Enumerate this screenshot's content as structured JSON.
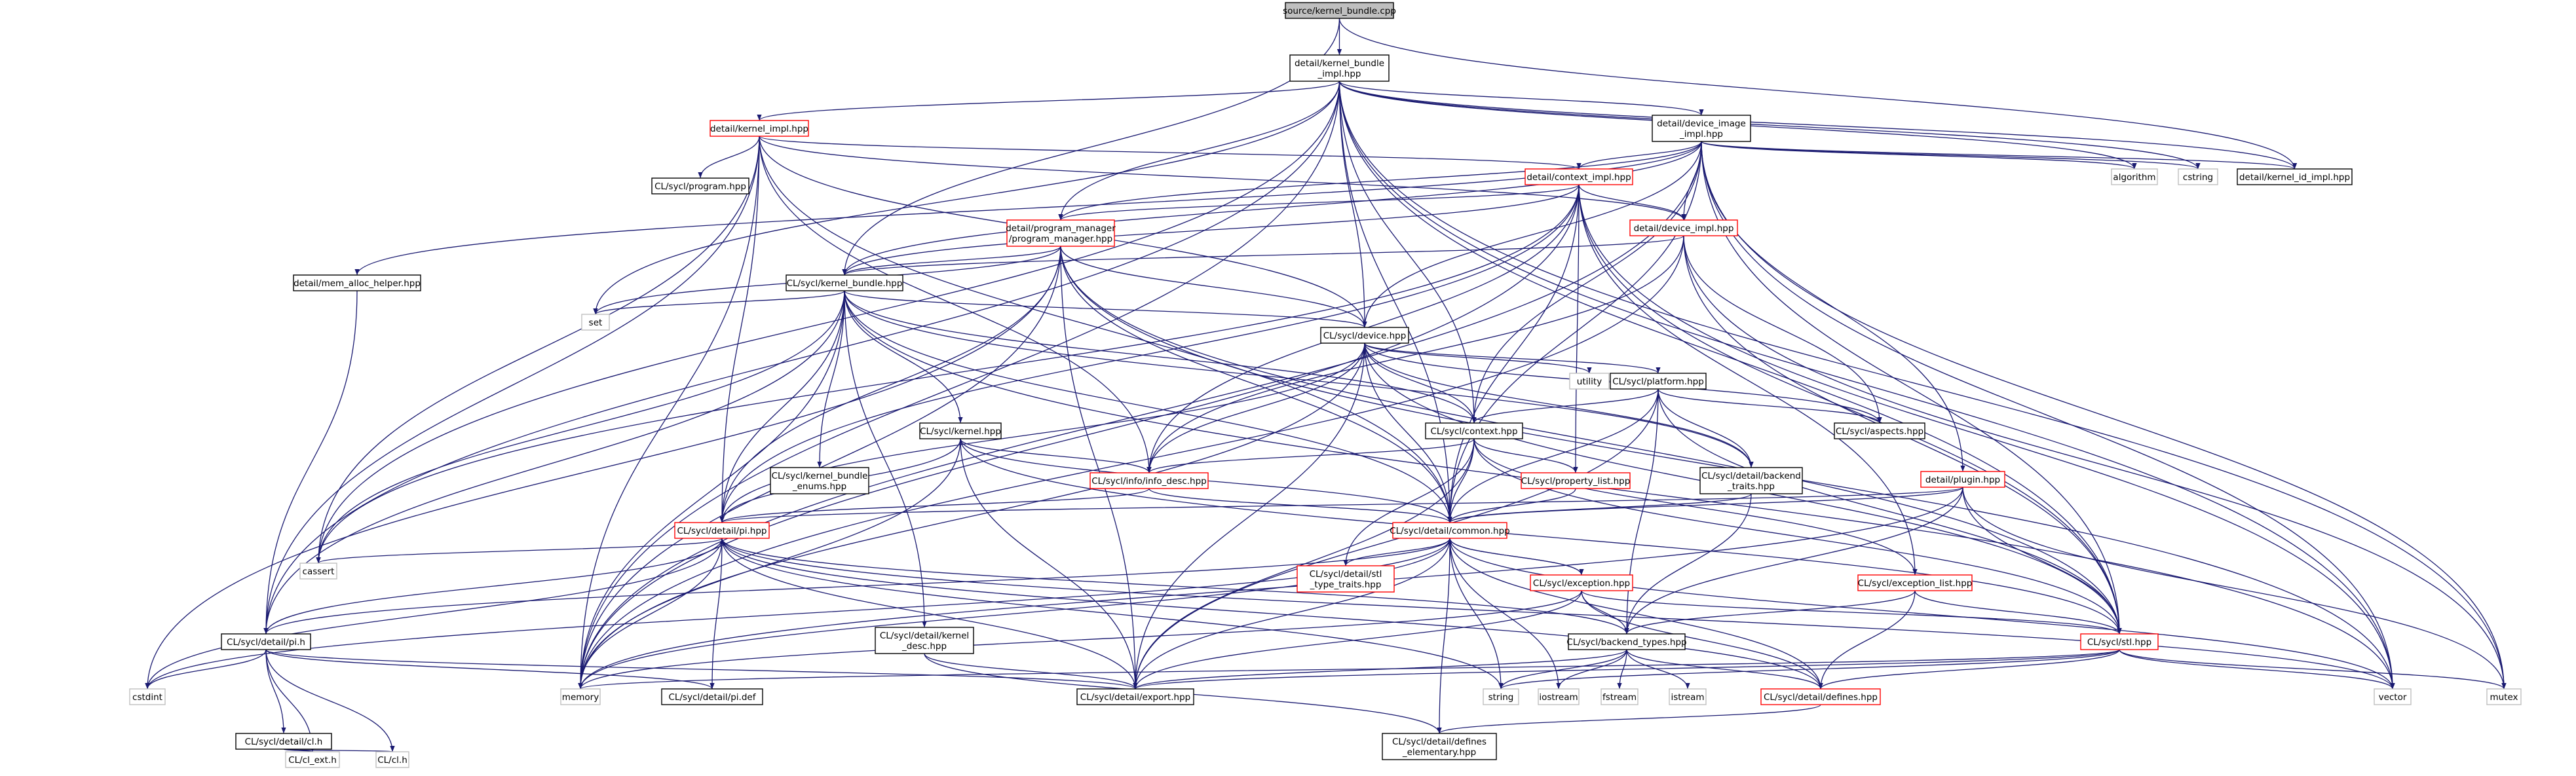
{
  "diagram": {
    "type": "include-dependency-graph",
    "colors": {
      "edge": "#191970",
      "root_fill": "#bfbfbf",
      "root_border": "#000000",
      "default_border": "#000000",
      "expandable_border": "#ff0000",
      "system_border": "#bfbfbf",
      "node_fill": "#ffffff"
    },
    "nodes": [
      {
        "id": "kernel_bundle_cpp",
        "lines": [
          "source/kernel_bundle.cpp"
        ],
        "style": "root"
      },
      {
        "id": "kernel_bundle_impl",
        "lines": [
          "detail/kernel_bundle",
          "_impl.hpp"
        ],
        "style": "default"
      },
      {
        "id": "kernel_impl",
        "lines": [
          "detail/kernel_impl.hpp"
        ],
        "style": "expandable"
      },
      {
        "id": "device_image_impl",
        "lines": [
          "detail/device_image",
          "_impl.hpp"
        ],
        "style": "default"
      },
      {
        "id": "cl_program",
        "lines": [
          "CL/sycl/program.hpp"
        ],
        "style": "default"
      },
      {
        "id": "context_impl",
        "lines": [
          "detail/context_impl.hpp"
        ],
        "style": "expandable"
      },
      {
        "id": "algorithm",
        "lines": [
          "algorithm"
        ],
        "style": "system"
      },
      {
        "id": "cstring",
        "lines": [
          "cstring"
        ],
        "style": "system"
      },
      {
        "id": "kernel_id_impl",
        "lines": [
          "detail/kernel_id_impl.hpp"
        ],
        "style": "default"
      },
      {
        "id": "program_manager",
        "lines": [
          "detail/program_manager",
          "/program_manager.hpp"
        ],
        "style": "expandable"
      },
      {
        "id": "device_impl",
        "lines": [
          "detail/device_impl.hpp"
        ],
        "style": "expandable"
      },
      {
        "id": "mem_alloc_helper",
        "lines": [
          "detail/mem_alloc_helper.hpp"
        ],
        "style": "default"
      },
      {
        "id": "cl_kernel_bundle",
        "lines": [
          "CL/sycl/kernel_bundle.hpp"
        ],
        "style": "default"
      },
      {
        "id": "set",
        "lines": [
          "set"
        ],
        "style": "system"
      },
      {
        "id": "cl_device",
        "lines": [
          "CL/sycl/device.hpp"
        ],
        "style": "default"
      },
      {
        "id": "cl_platform",
        "lines": [
          "CL/sycl/platform.hpp"
        ],
        "style": "default"
      },
      {
        "id": "utility",
        "lines": [
          "utility"
        ],
        "style": "system"
      },
      {
        "id": "cl_kernel",
        "lines": [
          "CL/sycl/kernel.hpp"
        ],
        "style": "default"
      },
      {
        "id": "cl_context",
        "lines": [
          "CL/sycl/context.hpp"
        ],
        "style": "default"
      },
      {
        "id": "cl_aspects",
        "lines": [
          "CL/sycl/aspects.hpp"
        ],
        "style": "default"
      },
      {
        "id": "kernel_bundle_enums",
        "lines": [
          "CL/sycl/kernel_bundle",
          "_enums.hpp"
        ],
        "style": "default"
      },
      {
        "id": "info_desc",
        "lines": [
          "CL/sycl/info/info_desc.hpp"
        ],
        "style": "expandable"
      },
      {
        "id": "property_list",
        "lines": [
          "CL/sycl/property_list.hpp"
        ],
        "style": "expandable"
      },
      {
        "id": "backend_traits",
        "lines": [
          "CL/sycl/detail/backend",
          "_traits.hpp"
        ],
        "style": "default"
      },
      {
        "id": "plugin",
        "lines": [
          "detail/plugin.hpp"
        ],
        "style": "expandable"
      },
      {
        "id": "pi_hpp",
        "lines": [
          "CL/sycl/detail/pi.hpp"
        ],
        "style": "expandable"
      },
      {
        "id": "common",
        "lines": [
          "CL/sycl/detail/common.hpp"
        ],
        "style": "expandable"
      },
      {
        "id": "cassert",
        "lines": [
          "cassert"
        ],
        "style": "system"
      },
      {
        "id": "stl_type_traits",
        "lines": [
          "CL/sycl/detail/stl",
          "_type_traits.hpp"
        ],
        "style": "expandable"
      },
      {
        "id": "exception",
        "lines": [
          "CL/sycl/exception.hpp"
        ],
        "style": "expandable"
      },
      {
        "id": "exception_list",
        "lines": [
          "CL/sycl/exception_list.hpp"
        ],
        "style": "expandable"
      },
      {
        "id": "pi_h",
        "lines": [
          "CL/sycl/detail/pi.h"
        ],
        "style": "default"
      },
      {
        "id": "kernel_desc",
        "lines": [
          "CL/sycl/detail/kernel",
          "_desc.hpp"
        ],
        "style": "default"
      },
      {
        "id": "backend_types",
        "lines": [
          "CL/sycl/backend_types.hpp"
        ],
        "style": "default"
      },
      {
        "id": "stl",
        "lines": [
          "CL/sycl/stl.hpp"
        ],
        "style": "expandable"
      },
      {
        "id": "cstdint",
        "lines": [
          "cstdint"
        ],
        "style": "system"
      },
      {
        "id": "memory",
        "lines": [
          "memory"
        ],
        "style": "system"
      },
      {
        "id": "pi_def",
        "lines": [
          "CL/sycl/detail/pi.def"
        ],
        "style": "default"
      },
      {
        "id": "export",
        "lines": [
          "CL/sycl/detail/export.hpp"
        ],
        "style": "default"
      },
      {
        "id": "string",
        "lines": [
          "string"
        ],
        "style": "system"
      },
      {
        "id": "iostream",
        "lines": [
          "iostream"
        ],
        "style": "system"
      },
      {
        "id": "fstream",
        "lines": [
          "fstream"
        ],
        "style": "system"
      },
      {
        "id": "istream",
        "lines": [
          "istream"
        ],
        "style": "system"
      },
      {
        "id": "defines",
        "lines": [
          "CL/sycl/detail/defines.hpp"
        ],
        "style": "expandable"
      },
      {
        "id": "vector",
        "lines": [
          "vector"
        ],
        "style": "system"
      },
      {
        "id": "mutex",
        "lines": [
          "mutex"
        ],
        "style": "system"
      },
      {
        "id": "cl_h_wrapper",
        "lines": [
          "CL/sycl/detail/cl.h"
        ],
        "style": "default"
      },
      {
        "id": "cl_ext_h",
        "lines": [
          "CL/cl_ext.h"
        ],
        "style": "system"
      },
      {
        "id": "cl_h",
        "lines": [
          "CL/cl.h"
        ],
        "style": "system"
      },
      {
        "id": "defines_elementary",
        "lines": [
          "CL/sycl/detail/defines",
          "_elementary.hpp"
        ],
        "style": "default"
      }
    ],
    "edges": [
      [
        "kernel_bundle_cpp",
        "kernel_bundle_impl"
      ],
      [
        "kernel_bundle_cpp",
        "cl_kernel_bundle"
      ],
      [
        "kernel_bundle_cpp",
        "kernel_id_impl"
      ],
      [
        "kernel_bundle_impl",
        "kernel_impl"
      ],
      [
        "kernel_bundle_impl",
        "device_image_impl"
      ],
      [
        "kernel_bundle_impl",
        "program_manager"
      ],
      [
        "kernel_bundle_impl",
        "cl_device"
      ],
      [
        "kernel_bundle_impl",
        "cl_context"
      ],
      [
        "kernel_bundle_impl",
        "common"
      ],
      [
        "kernel_bundle_impl",
        "algorithm"
      ],
      [
        "kernel_bundle_impl",
        "cstring"
      ],
      [
        "kernel_bundle_impl",
        "kernel_id_impl"
      ],
      [
        "kernel_bundle_impl",
        "vector"
      ],
      [
        "kernel_bundle_impl",
        "mutex"
      ],
      [
        "kernel_bundle_impl",
        "set"
      ],
      [
        "kernel_bundle_impl",
        "cassert"
      ],
      [
        "kernel_bundle_impl",
        "memory"
      ],
      [
        "kernel_bundle_impl",
        "pi_h"
      ],
      [
        "kernel_bundle_impl",
        "stl"
      ],
      [
        "kernel_impl",
        "cl_program"
      ],
      [
        "kernel_impl",
        "context_impl"
      ],
      [
        "kernel_impl",
        "device_impl"
      ],
      [
        "kernel_impl",
        "cl_device"
      ],
      [
        "kernel_impl",
        "info_desc"
      ],
      [
        "kernel_impl",
        "pi_hpp"
      ],
      [
        "kernel_impl",
        "common"
      ],
      [
        "kernel_impl",
        "cassert"
      ],
      [
        "kernel_impl",
        "memory"
      ],
      [
        "kernel_impl",
        "pi_h"
      ],
      [
        "device_image_impl",
        "context_impl"
      ],
      [
        "device_image_impl",
        "device_impl"
      ],
      [
        "device_image_impl",
        "program_manager"
      ],
      [
        "device_image_impl",
        "mem_alloc_helper"
      ],
      [
        "device_image_impl",
        "cl_kernel_bundle"
      ],
      [
        "device_image_impl",
        "cl_device"
      ],
      [
        "device_image_impl",
        "cl_context"
      ],
      [
        "device_image_impl",
        "plugin"
      ],
      [
        "device_image_impl",
        "common"
      ],
      [
        "device_image_impl",
        "algorithm"
      ],
      [
        "device_image_impl",
        "cstring"
      ],
      [
        "device_image_impl",
        "kernel_id_impl"
      ],
      [
        "device_image_impl",
        "memory"
      ],
      [
        "device_image_impl",
        "vector"
      ],
      [
        "device_image_impl",
        "mutex"
      ],
      [
        "device_image_impl",
        "stl"
      ],
      [
        "context_impl",
        "device_impl"
      ],
      [
        "context_impl",
        "program_manager"
      ],
      [
        "context_impl",
        "cl_kernel_bundle"
      ],
      [
        "context_impl",
        "info_desc"
      ],
      [
        "context_impl",
        "property_list"
      ],
      [
        "context_impl",
        "exception_list"
      ],
      [
        "context_impl",
        "common"
      ],
      [
        "context_impl",
        "pi_hpp"
      ],
      [
        "context_impl",
        "cassert"
      ],
      [
        "context_impl",
        "memory"
      ],
      [
        "context_impl",
        "stl"
      ],
      [
        "context_impl",
        "vector"
      ],
      [
        "program_manager",
        "cl_kernel_bundle"
      ],
      [
        "program_manager",
        "cl_device"
      ],
      [
        "program_manager",
        "common"
      ],
      [
        "program_manager",
        "export"
      ],
      [
        "program_manager",
        "pi_hpp"
      ],
      [
        "program_manager",
        "set"
      ],
      [
        "program_manager",
        "cstdint"
      ],
      [
        "program_manager",
        "memory"
      ],
      [
        "program_manager",
        "stl"
      ],
      [
        "program_manager",
        "vector"
      ],
      [
        "device_impl",
        "cl_kernel_bundle"
      ],
      [
        "device_impl",
        "cl_aspects"
      ],
      [
        "device_impl",
        "info_desc"
      ],
      [
        "device_impl",
        "stl"
      ],
      [
        "device_impl",
        "memory"
      ],
      [
        "device_impl",
        "mutex"
      ],
      [
        "mem_alloc_helper",
        "pi_h"
      ],
      [
        "cl_kernel_bundle",
        "set"
      ],
      [
        "cl_kernel_bundle",
        "cl_device"
      ],
      [
        "cl_kernel_bundle",
        "cl_context"
      ],
      [
        "cl_kernel_bundle",
        "cl_kernel"
      ],
      [
        "cl_kernel_bundle",
        "kernel_bundle_enums"
      ],
      [
        "cl_kernel_bundle",
        "common"
      ],
      [
        "cl_kernel_bundle",
        "pi_hpp"
      ],
      [
        "cl_kernel_bundle",
        "kernel_desc"
      ],
      [
        "cl_kernel_bundle",
        "pi_h"
      ],
      [
        "cl_kernel_bundle",
        "memory"
      ],
      [
        "cl_kernel_bundle",
        "cassert"
      ],
      [
        "cl_kernel_bundle",
        "backend_traits"
      ],
      [
        "cl_kernel_bundle",
        "vector"
      ],
      [
        "cl_device",
        "cl_platform"
      ],
      [
        "cl_device",
        "cl_aspects"
      ],
      [
        "cl_device",
        "cl_context"
      ],
      [
        "cl_device",
        "utility"
      ],
      [
        "cl_device",
        "info_desc"
      ],
      [
        "cl_device",
        "common"
      ],
      [
        "cl_device",
        "export"
      ],
      [
        "cl_device",
        "backend_traits"
      ],
      [
        "cl_device",
        "stl"
      ],
      [
        "cl_device",
        "memory"
      ],
      [
        "cl_device",
        "pi_hpp"
      ],
      [
        "cl_platform",
        "cl_aspects"
      ],
      [
        "cl_platform",
        "cl_context"
      ],
      [
        "cl_platform",
        "utility"
      ],
      [
        "cl_platform",
        "backend_traits"
      ],
      [
        "cl_platform",
        "common"
      ],
      [
        "cl_platform",
        "export"
      ],
      [
        "cl_platform",
        "stl"
      ],
      [
        "cl_platform",
        "backend_types"
      ],
      [
        "cl_kernel",
        "info_desc"
      ],
      [
        "cl_kernel",
        "common"
      ],
      [
        "cl_kernel",
        "export"
      ],
      [
        "cl_kernel",
        "pi_hpp"
      ],
      [
        "cl_kernel",
        "memory"
      ],
      [
        "cl_kernel",
        "stl"
      ],
      [
        "cl_context",
        "info_desc"
      ],
      [
        "cl_context",
        "property_list"
      ],
      [
        "cl_context",
        "common"
      ],
      [
        "cl_context",
        "export"
      ],
      [
        "cl_context",
        "stl_type_traits"
      ],
      [
        "cl_context",
        "exception_list"
      ],
      [
        "cl_context",
        "stl"
      ],
      [
        "info_desc",
        "pi_hpp"
      ],
      [
        "info_desc",
        "common"
      ],
      [
        "property_list",
        "common"
      ],
      [
        "backend_traits",
        "common"
      ],
      [
        "backend_traits",
        "backend_types"
      ],
      [
        "plugin",
        "common"
      ],
      [
        "plugin",
        "pi_hpp"
      ],
      [
        "plugin",
        "stl"
      ],
      [
        "plugin",
        "backend_types"
      ],
      [
        "plugin",
        "memory"
      ],
      [
        "plugin",
        "mutex"
      ],
      [
        "pi_hpp",
        "cassert"
      ],
      [
        "pi_hpp",
        "cstdint"
      ],
      [
        "pi_hpp",
        "memory"
      ],
      [
        "pi_hpp",
        "pi_h"
      ],
      [
        "pi_hpp",
        "pi_def"
      ],
      [
        "pi_hpp",
        "export"
      ],
      [
        "pi_hpp",
        "string"
      ],
      [
        "pi_hpp",
        "backend_types"
      ],
      [
        "pi_hpp",
        "defines"
      ],
      [
        "pi_hpp",
        "vector"
      ],
      [
        "common",
        "stl_type_traits"
      ],
      [
        "common",
        "exception"
      ],
      [
        "common",
        "export"
      ],
      [
        "common",
        "defines_elementary"
      ],
      [
        "common",
        "string"
      ],
      [
        "common",
        "iostream"
      ],
      [
        "common",
        "pi_h"
      ],
      [
        "common",
        "cstdint"
      ],
      [
        "common",
        "memory"
      ],
      [
        "common",
        "defines"
      ],
      [
        "common",
        "vector"
      ],
      [
        "exception",
        "common"
      ],
      [
        "exception",
        "backend_types"
      ],
      [
        "exception",
        "stl"
      ],
      [
        "exception",
        "memory"
      ],
      [
        "exception",
        "export"
      ],
      [
        "exception",
        "defines"
      ],
      [
        "exception_list",
        "stl"
      ],
      [
        "exception_list",
        "backend_types"
      ],
      [
        "exception_list",
        "defines"
      ],
      [
        "pi_h",
        "cl_h_wrapper"
      ],
      [
        "pi_h",
        "cl_ext_h"
      ],
      [
        "pi_h",
        "cl_h"
      ],
      [
        "pi_h",
        "cstdint"
      ],
      [
        "pi_h",
        "export"
      ],
      [
        "pi_h",
        "pi_def"
      ],
      [
        "cl_h_wrapper",
        "cl_ext_h"
      ],
      [
        "cl_h_wrapper",
        "cl_h"
      ],
      [
        "kernel_desc",
        "export"
      ],
      [
        "kernel_desc",
        "defines_elementary"
      ],
      [
        "backend_types",
        "export"
      ],
      [
        "backend_types",
        "string"
      ],
      [
        "backend_types",
        "iostream"
      ],
      [
        "backend_types",
        "fstream"
      ],
      [
        "backend_types",
        "istream"
      ],
      [
        "backend_types",
        "defines"
      ],
      [
        "stl",
        "memory"
      ],
      [
        "stl",
        "string"
      ],
      [
        "stl",
        "vector"
      ],
      [
        "stl",
        "mutex"
      ],
      [
        "stl",
        "defines"
      ],
      [
        "stl",
        "export"
      ],
      [
        "defines",
        "defines_elementary"
      ]
    ]
  }
}
